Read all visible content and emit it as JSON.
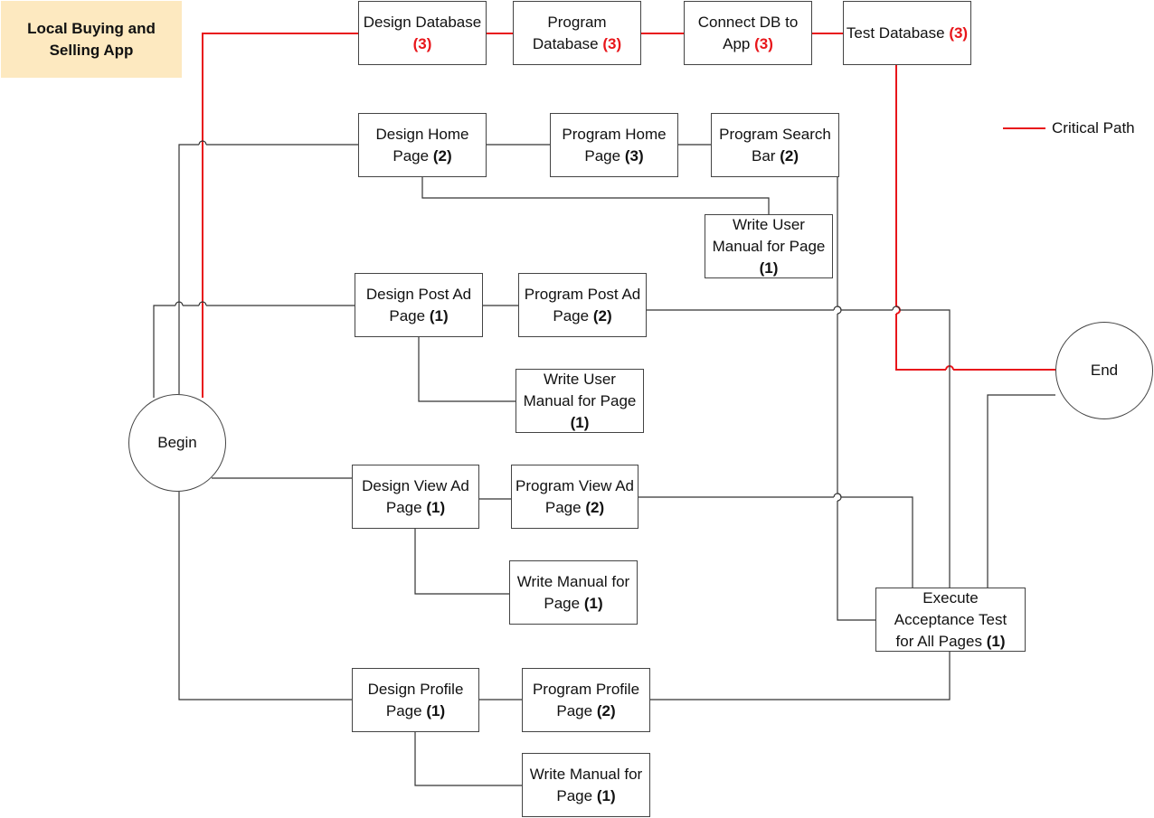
{
  "title": "Local Buying and Selling App",
  "legend": {
    "label": "Critical Path",
    "color": "#e8161b"
  },
  "colors": {
    "critical": "#e8161b",
    "normal": "#333333",
    "title_bg": "#fde9c0"
  },
  "milestones": {
    "begin": "Begin",
    "end": "End"
  },
  "tasks": {
    "design_database": {
      "name": "Design Database",
      "duration": "(3)"
    },
    "program_database": {
      "name": "Program Database",
      "duration": "(3)"
    },
    "connect_db": {
      "name": "Connect DB to App",
      "duration": "(3)"
    },
    "test_database": {
      "name": "Test Database",
      "duration": "(3)"
    },
    "design_home": {
      "name": "Design Home Page",
      "duration": "(2)"
    },
    "program_home": {
      "name": "Program Home Page",
      "duration": "(3)"
    },
    "program_search": {
      "name": "Program Search Bar",
      "duration": "(2)"
    },
    "manual_home": {
      "name": "Write User Manual for Page",
      "duration": "(1)"
    },
    "design_post": {
      "name": "Design Post Ad Page",
      "duration": "(1)"
    },
    "program_post": {
      "name": "Program Post Ad Page",
      "duration": "(2)"
    },
    "manual_post": {
      "name": "Write User Manual for Page",
      "duration": "(1)"
    },
    "design_view": {
      "name": "Design View Ad Page",
      "duration": "(1)"
    },
    "program_view": {
      "name": "Program View Ad Page",
      "duration": "(2)"
    },
    "manual_view": {
      "name": "Write Manual for Page",
      "duration": "(1)"
    },
    "design_profile": {
      "name": "Design Profile Page",
      "duration": "(1)"
    },
    "program_profile": {
      "name": "Program Profile Page",
      "duration": "(2)"
    },
    "manual_profile": {
      "name": "Write Manual for Page",
      "duration": "(1)"
    },
    "acceptance": {
      "name": "Execute Acceptance Test for All Pages",
      "duration": "(1)"
    }
  }
}
